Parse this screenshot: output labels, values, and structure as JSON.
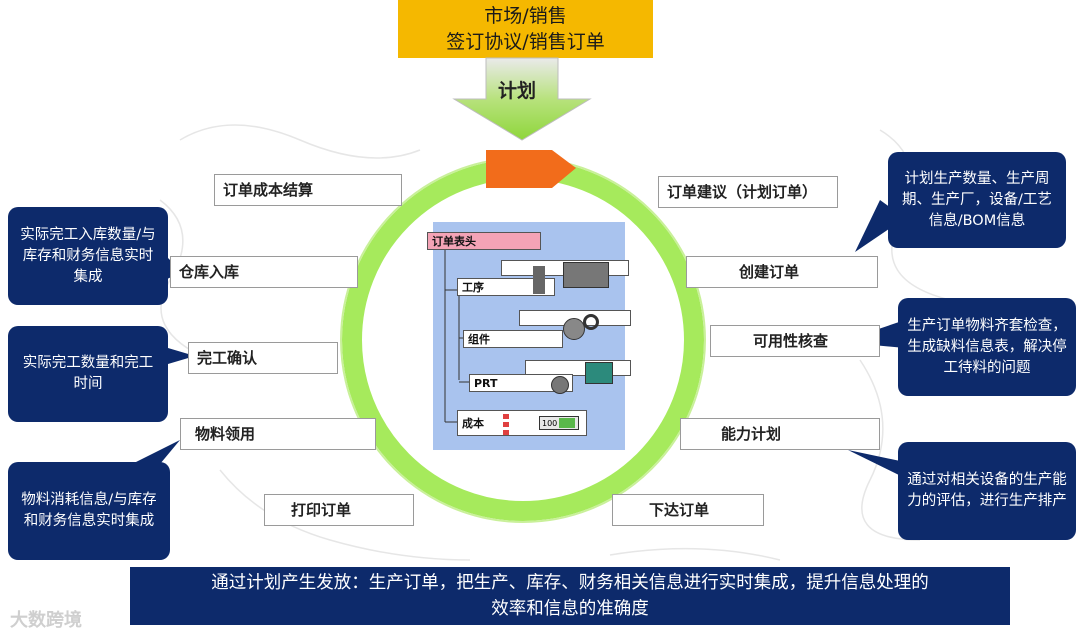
{
  "header": {
    "line1": "市场/销售",
    "line2": "签订协议/销售订单"
  },
  "plan_arrow_label": "计划",
  "cycle_steps": {
    "order_suggestion": "订单建议（计划订单）",
    "create_order": "创建订单",
    "availability_check": "可用性核查",
    "capacity_plan": "能力计划",
    "release_order": "下达订单",
    "print_order": "打印订单",
    "material_issue": "物料领用",
    "completion_confirm": "完工确认",
    "warehouse_in": "仓库入库",
    "order_cost_settlement": "订单成本结算"
  },
  "center_panel": {
    "header": "订单表头",
    "process": "工序",
    "component": "组件",
    "prt": "PRT",
    "cost": "成本",
    "meter_value": "100"
  },
  "callouts": {
    "plan_info": "计划生产数量、生产周期、生产厂，设备/工艺信息/BOM信息",
    "material_kit": "生产订单物料齐套检查，生成缺料信息表，解决停工待料的问题",
    "capacity_eval": "通过对相关设备的生产能力的评估，进行生产排产",
    "warehouse_integration": "实际完工入库数量/与库存和财务信息实时集成",
    "completion_time": "实际完工数量和完工时间",
    "material_consumption": "物料消耗信息/与库存和财务信息实时集成"
  },
  "bottom": {
    "line1": "通过计划产生发放：生产订单，把生产、库存、财务相关信息进行实时集成，提升信息处理的",
    "line2": "效率和信息的准确度"
  },
  "watermark": "大数跨境",
  "colors": {
    "ring": "#a6ea5c",
    "header": "#f5b800",
    "callout": "#0d2a6b",
    "marker": "#f26c1b",
    "panel": "#a9c3ee"
  }
}
